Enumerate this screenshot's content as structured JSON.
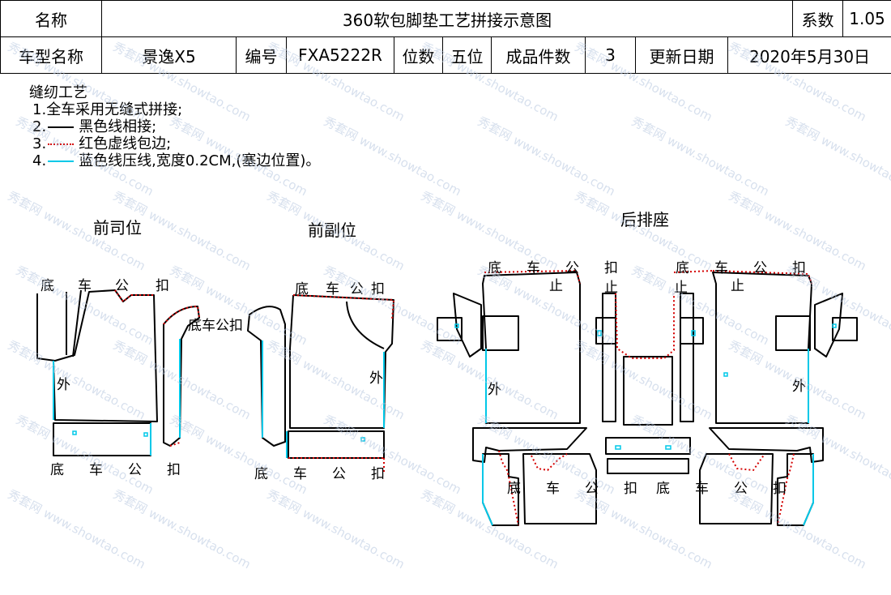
{
  "header": {
    "name_label": "名称",
    "doc_title": "360软包脚垫工艺拼接示意图",
    "coef_label": "系数",
    "coef_value": "1.05",
    "model_label": "车型名称",
    "model_value": "景逸X5",
    "code_label": "编号",
    "code_value": "FXA5222R",
    "pos_label": "位数",
    "pos_value": "五位",
    "count_label": "成品件数",
    "count_value": "3",
    "date_label": "更新日期",
    "date_value": "2020年5月30日"
  },
  "notes": {
    "title": "缝纫工艺",
    "n1_num": "1.",
    "n1": "全车采用无缝式拼接;",
    "n2_num": "2.",
    "n2": "黑色线相接;",
    "n3_num": "3.",
    "n3": "红色虚线包边;",
    "n4_num": "4.",
    "n4": "蓝色线压线,宽度0.2CM,(塞边位置)。"
  },
  "sections": {
    "driver": "前司位",
    "passenger": "前副位",
    "rear": "后排座"
  },
  "labels": {
    "di": "底",
    "che": "车",
    "gong": "公",
    "kou": "扣",
    "dichegongkou": "底车公扣",
    "wai": "外",
    "zhi": "止"
  },
  "colors": {
    "black_line": "#000000",
    "red_dotted": "#d40000",
    "blue_line": "#00c8e8"
  },
  "watermark": {
    "site": "www.showtao.com",
    "brand": "秀套网"
  }
}
